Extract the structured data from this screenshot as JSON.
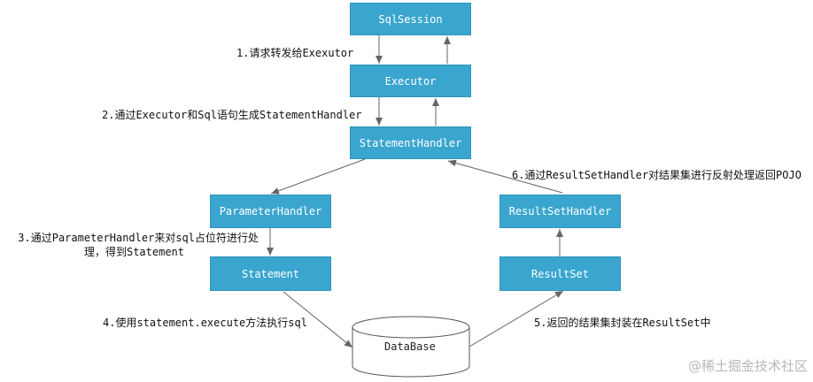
{
  "nodes": {
    "sqlsession": "SqlSession",
    "executor": "Executor",
    "statementhandler": "StatementHandler",
    "parameterhandler": "ParameterHandler",
    "resultsethandler": "ResultSetHandler",
    "statement": "Statement",
    "resultset": "ResultSet",
    "database": "DataBase"
  },
  "labels": {
    "step1": "1.请求转发给Exexutor",
    "step2": "2.通过Executor和Sql语句生成StatementHandler",
    "step3_line1": "3.通过ParameterHandler来对sql占位符进行处",
    "step3_line2": "理，得到Statement",
    "step4": "4.使用statement.execute方法执行sql",
    "step5": "5.返回的结果集封装在ResultSet中",
    "step6": "6.通过ResultSetHandler对结果集进行反射处理返回POJO"
  },
  "watermark": "@稀土掘金技术社区",
  "colors": {
    "node_fill": "#3aa6cf",
    "node_text": "#ffffff",
    "arrow": "#666666"
  }
}
